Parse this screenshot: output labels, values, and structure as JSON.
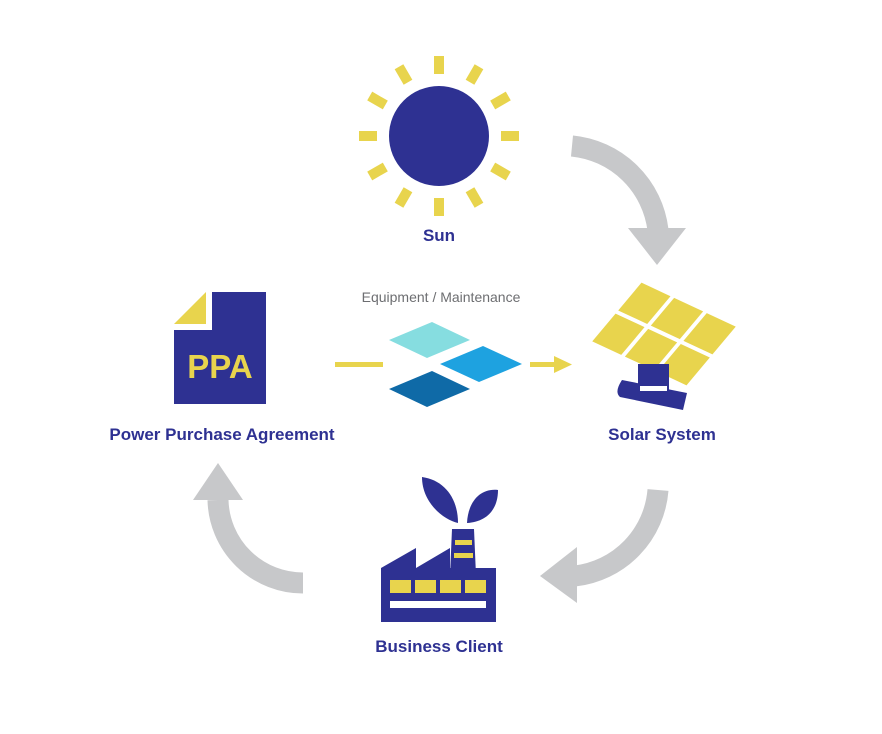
{
  "nodes": {
    "sun": {
      "label": "Sun"
    },
    "ppa": {
      "label": "Power Purchase Agreement",
      "doc_text": "PPA"
    },
    "solar": {
      "label": "Solar System"
    },
    "client": {
      "label": "Business Client"
    }
  },
  "flow_label": "Equipment / Maintenance",
  "colors": {
    "navy": "#2e3192",
    "yellow": "#e8d44d",
    "gray_arrow": "#c7c8ca",
    "label_gray": "#6d6e71",
    "teal_light": "#86dde0",
    "blue_mid": "#1ea2e0",
    "blue_dark": "#0f6aa7"
  },
  "icons": [
    "sun-icon",
    "document-icon",
    "solar-panel-icon",
    "factory-icon",
    "stacked-layers-icon",
    "arrow-icon"
  ]
}
